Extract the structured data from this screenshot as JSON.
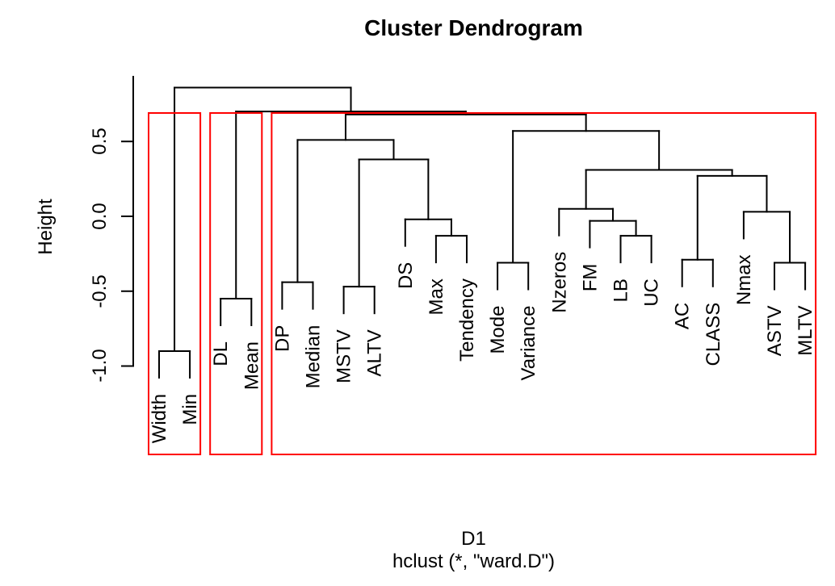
{
  "chart_data": {
    "type": "dendrogram",
    "title": "Cluster Dendrogram",
    "ylabel": "Height",
    "xlabel": "D1",
    "sub": "hclust (*, \"ward.D\")",
    "y_ticks": [
      0.5,
      0.0,
      -0.5,
      -1.0
    ],
    "y_tick_labels": [
      "0.5",
      "0.0",
      "-0.5",
      "-1.0"
    ],
    "ylim": [
      -1.0,
      0.93
    ],
    "grid": false,
    "hang": 0.18,
    "leaf_order": [
      "Width",
      "Min",
      "DL",
      "Mean",
      "DP",
      "Median",
      "MSTV",
      "ALTV",
      "DS",
      "Max",
      "Tendency",
      "Mode",
      "Variance",
      "Nzeros",
      "FM",
      "LB",
      "UC",
      "AC",
      "CLASS",
      "Nmax",
      "ASTV",
      "MLTV"
    ],
    "tree": {
      "h": 0.86,
      "children": [
        {
          "h": -0.9,
          "children": [
            "Width",
            "Min"
          ]
        },
        {
          "h": 0.7,
          "children": [
            {
              "h": -0.55,
              "children": [
                "DL",
                "Mean"
              ]
            },
            {
              "h": 0.68,
              "children": [
                {
                  "h": 0.51,
                  "children": [
                    {
                      "h": -0.44,
                      "children": [
                        "DP",
                        "Median"
                      ]
                    },
                    {
                      "h": 0.38,
                      "children": [
                        {
                          "h": -0.47,
                          "children": [
                            "MSTV",
                            "ALTV"
                          ]
                        },
                        {
                          "h": -0.02,
                          "children": [
                            "DS",
                            {
                              "h": -0.13,
                              "children": [
                                "Max",
                                "Tendency"
                              ]
                            }
                          ]
                        }
                      ]
                    }
                  ]
                },
                {
                  "h": 0.57,
                  "children": [
                    {
                      "h": -0.31,
                      "children": [
                        "Mode",
                        "Variance"
                      ]
                    },
                    {
                      "h": 0.31,
                      "children": [
                        {
                          "h": 0.05,
                          "children": [
                            "Nzeros",
                            {
                              "h": -0.03,
                              "children": [
                                "FM",
                                {
                                  "h": -0.13,
                                  "children": [
                                    "LB",
                                    "UC"
                                  ]
                                }
                              ]
                            }
                          ]
                        },
                        {
                          "h": 0.27,
                          "children": [
                            {
                              "h": -0.29,
                              "children": [
                                "AC",
                                "CLASS"
                              ]
                            },
                            {
                              "h": 0.03,
                              "children": [
                                "Nmax",
                                {
                                  "h": -0.31,
                                  "children": [
                                    "ASTV",
                                    "MLTV"
                                  ]
                                }
                              ]
                            }
                          ]
                        }
                      ]
                    }
                  ]
                }
              ]
            }
          ]
        }
      ]
    },
    "clusters_k": 3,
    "cluster_boxes": [
      {
        "from": 0,
        "to": 1
      },
      {
        "from": 2,
        "to": 3
      },
      {
        "from": 4,
        "to": 21
      }
    ],
    "colors": {
      "line": "#000000",
      "cluster_box": "#FF0000",
      "text": "#000000",
      "background": "#FFFFFF"
    }
  }
}
